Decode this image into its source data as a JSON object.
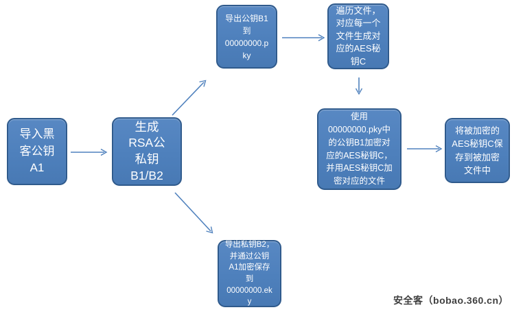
{
  "colors": {
    "canvas_bg": "#FFFFFF",
    "box_fill": "#4E80BC",
    "box_border": "#2F5A8C",
    "box_text": "#FFFFFF",
    "arrow": "#4F81BD",
    "watermark": "#3F3F3F"
  },
  "nodes": [
    {
      "id": "import-hacker-pubkey-a1",
      "text": "导入黑\n客公钥\nA1"
    },
    {
      "id": "generate-rsa-keypair",
      "text": "生成\nRSA公\n私钥\nB1/B2"
    },
    {
      "id": "export-pubkey-b1",
      "text": "导出公钥B1\n到\n00000000.p\nky"
    },
    {
      "id": "traverse-files-gen-aes",
      "text": "遍历文件，\n对应每一个\n文件生成对\n应的AES秘\n钥C"
    },
    {
      "id": "encrypt-aes-and-files",
      "text": "使用\n00000000.pky中\n的公钥B1加密对\n应的AES秘钥C，\n并用AES秘钥C加\n密对应的文件"
    },
    {
      "id": "save-encrypted-aes-key",
      "text": "将被加密的\nAES秘钥C保\n存到被加密\n文件中"
    },
    {
      "id": "export-privkey-b2",
      "text": "导出私钥B2，\n并通过公钥\nA1加密保存\n到\n00000000.ek\ny"
    }
  ],
  "edges": [
    {
      "from": "import-hacker-pubkey-a1",
      "to": "generate-rsa-keypair"
    },
    {
      "from": "generate-rsa-keypair",
      "to": "export-pubkey-b1"
    },
    {
      "from": "generate-rsa-keypair",
      "to": "export-privkey-b2"
    },
    {
      "from": "export-pubkey-b1",
      "to": "traverse-files-gen-aes"
    },
    {
      "from": "traverse-files-gen-aes",
      "to": "encrypt-aes-and-files"
    },
    {
      "from": "encrypt-aes-and-files",
      "to": "save-encrypted-aes-key"
    }
  ],
  "watermark": {
    "text": "安全客（bobao.360.cn）"
  }
}
